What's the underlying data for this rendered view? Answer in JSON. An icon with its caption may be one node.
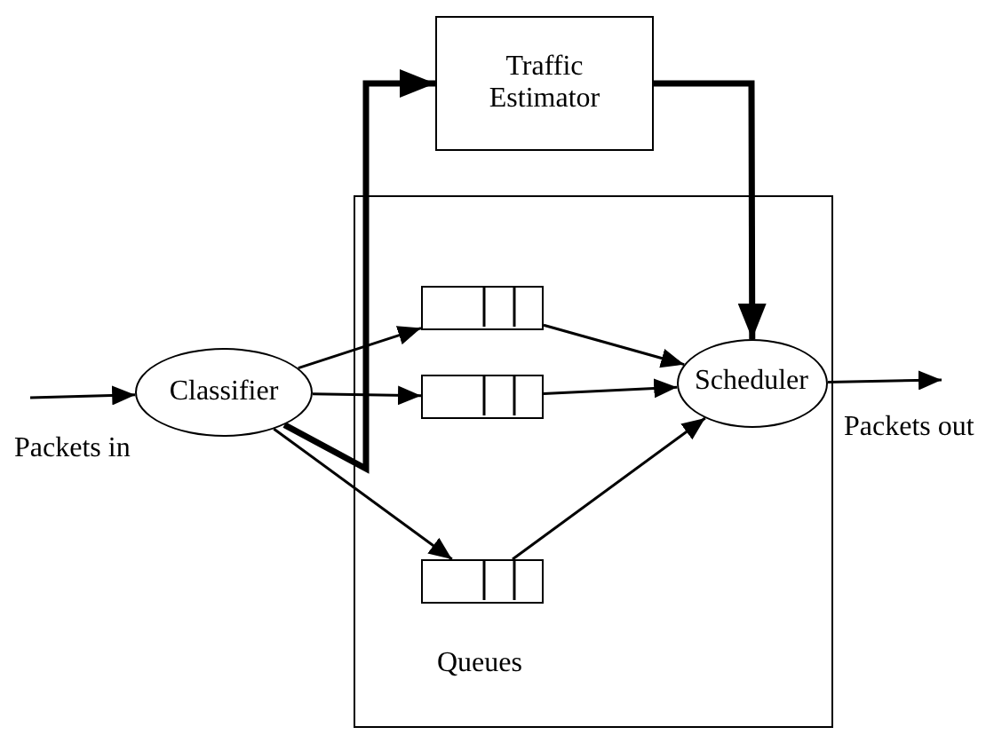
{
  "diagram": {
    "nodes": [
      {
        "text": [
          "Traffic Estimator"
        ]
      },
      {
        "text": [
          "Classifier"
        ]
      },
      {
        "text": [
          "Queues"
        ]
      },
      {
        "text": [],
        "shape": "box",
        "in": 2
      },
      {
        "text": [],
        "shape": "box",
        "in": 2
      },
      {
        "text": [],
        "shape": "box",
        "in": 2
      },
      {
        "text": [
          "Scheduler"
        ],
        "in": 2
      }
    ],
    "edges": [
      {
        "from": null,
        "to": 1,
        "arrow": "to"
      },
      {
        "from": 1,
        "to": 3,
        "arrow": "to"
      },
      {
        "from": 1,
        "to": 4,
        "arrow": "to"
      },
      {
        "from": 1,
        "to": 5,
        "arrow": "to"
      },
      {
        "from": 3,
        "to": 6,
        "arrow": "to"
      },
      {
        "from": 4,
        "to": 6,
        "arrow": "to"
      },
      {
        "from": 5,
        "to": 6,
        "arrow": "to"
      },
      {
        "from": 6,
        "to": null,
        "arrow": "to"
      },
      {
        "from": 1,
        "to": 0,
        "arrow": "to",
        "style": "thick"
      },
      {
        "from": 0,
        "to": 6,
        "arrow": "to",
        "style": "thick"
      }
    ],
    "labels": [
      "Packets in",
      "Packets out"
    ]
  }
}
